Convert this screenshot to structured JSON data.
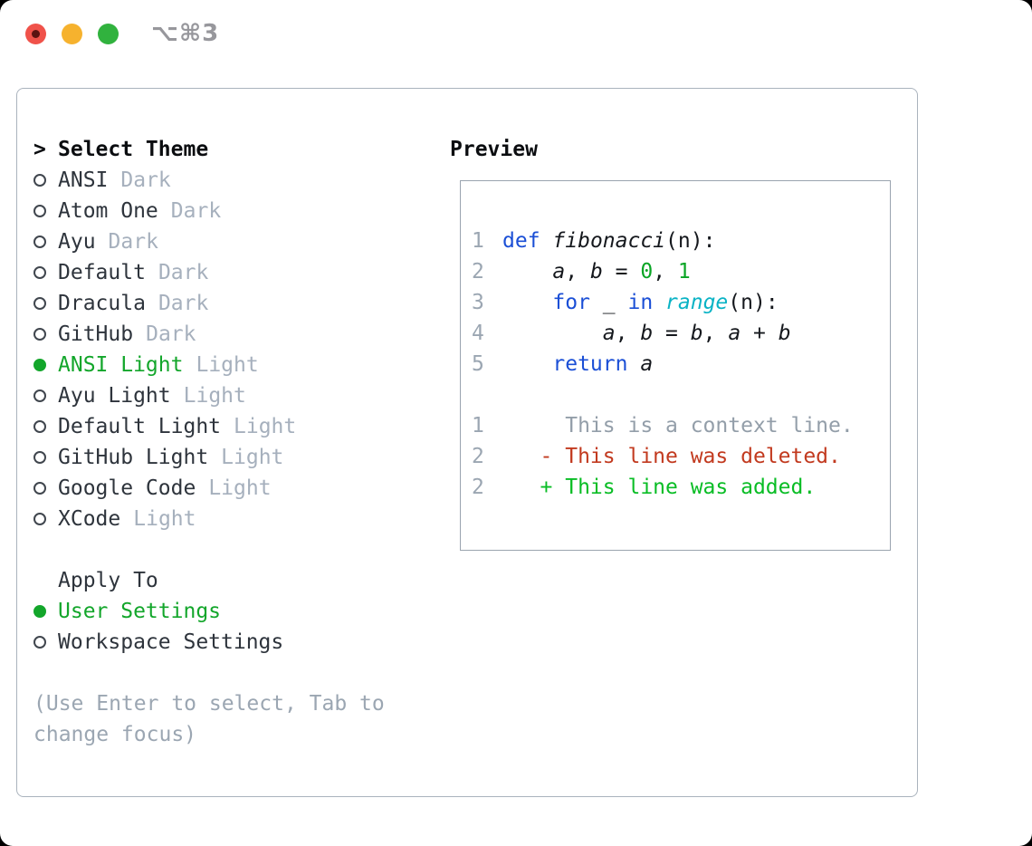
{
  "window": {
    "title": "⌥⌘3",
    "controls": [
      "close",
      "minimize",
      "zoom"
    ]
  },
  "theme_picker": {
    "header_marker": ">",
    "header": "Select Theme",
    "items": [
      {
        "label": "ANSI",
        "tag": "Dark",
        "selected": false
      },
      {
        "label": "Atom One",
        "tag": "Dark",
        "selected": false
      },
      {
        "label": "Ayu",
        "tag": "Dark",
        "selected": false
      },
      {
        "label": "Default",
        "tag": "Dark",
        "selected": false
      },
      {
        "label": "Dracula",
        "tag": "Dark",
        "selected": false
      },
      {
        "label": "GitHub",
        "tag": "Dark",
        "selected": false
      },
      {
        "label": "ANSI Light",
        "tag": "Light",
        "selected": true
      },
      {
        "label": "Ayu Light",
        "tag": "Light",
        "selected": false
      },
      {
        "label": "Default Light",
        "tag": "Light",
        "selected": false
      },
      {
        "label": "GitHub Light",
        "tag": "Light",
        "selected": false
      },
      {
        "label": "Google Code",
        "tag": "Light",
        "selected": false
      },
      {
        "label": "XCode",
        "tag": "Light",
        "selected": false
      }
    ]
  },
  "apply_to": {
    "header": "Apply To",
    "options": [
      {
        "label": "User Settings",
        "selected": true
      },
      {
        "label": "Workspace Settings",
        "selected": false
      }
    ]
  },
  "hint": "(Use Enter to select, Tab to change focus)",
  "preview": {
    "header": "Preview",
    "lines": [
      {
        "num": "1",
        "kind": "code",
        "tokens": [
          [
            "kw",
            "def"
          ],
          [
            "pl",
            " "
          ],
          [
            "var",
            "fibonacci"
          ],
          [
            "pl",
            "(n):"
          ]
        ]
      },
      {
        "num": "2",
        "kind": "code",
        "tokens": [
          [
            "pl",
            "    "
          ],
          [
            "var",
            "a"
          ],
          [
            "pl",
            ", "
          ],
          [
            "var",
            "b"
          ],
          [
            "pl",
            " = "
          ],
          [
            "num",
            "0"
          ],
          [
            "pl",
            ", "
          ],
          [
            "num",
            "1"
          ]
        ]
      },
      {
        "num": "3",
        "kind": "code",
        "tokens": [
          [
            "pl",
            "    "
          ],
          [
            "kw",
            "for"
          ],
          [
            "pl",
            " _ "
          ],
          [
            "kw",
            "in"
          ],
          [
            "pl",
            " "
          ],
          [
            "bi",
            "range"
          ],
          [
            "pl",
            "(n):"
          ]
        ]
      },
      {
        "num": "4",
        "kind": "code",
        "tokens": [
          [
            "pl",
            "        "
          ],
          [
            "var",
            "a"
          ],
          [
            "pl",
            ", "
          ],
          [
            "var",
            "b"
          ],
          [
            "pl",
            " = "
          ],
          [
            "var",
            "b"
          ],
          [
            "pl",
            ", "
          ],
          [
            "var",
            "a"
          ],
          [
            "pl",
            " + "
          ],
          [
            "var",
            "b"
          ]
        ]
      },
      {
        "num": "5",
        "kind": "code",
        "tokens": [
          [
            "pl",
            "    "
          ],
          [
            "kw",
            "return"
          ],
          [
            "pl",
            " "
          ],
          [
            "var",
            "a"
          ]
        ]
      },
      {
        "num": "",
        "kind": "blank",
        "tokens": []
      },
      {
        "num": "1",
        "kind": "diff-context",
        "tokens": [
          [
            "ctx",
            "     This is a context line."
          ]
        ]
      },
      {
        "num": "2",
        "kind": "diff-deleted",
        "tokens": [
          [
            "del",
            "   - This line was deleted."
          ]
        ]
      },
      {
        "num": "2",
        "kind": "diff-added",
        "tokens": [
          [
            "add",
            "   + This line was added."
          ]
        ]
      }
    ]
  },
  "colors": {
    "accent_green": "#13a62b",
    "keyword_blue": "#1b4fd6",
    "builtin_cyan": "#0ab3c5",
    "number_green": "#0aa525",
    "deleted_red": "#c23a1f",
    "added_green": "#09bd25",
    "muted_gray": "#9ba6b2",
    "tag_gray": "#a6b0bd",
    "border_gray": "#aab3bd",
    "traffic_red": "#f0524a",
    "traffic_yellow": "#f6b22e",
    "traffic_green": "#31b23e",
    "title_gray": "#97979c"
  }
}
